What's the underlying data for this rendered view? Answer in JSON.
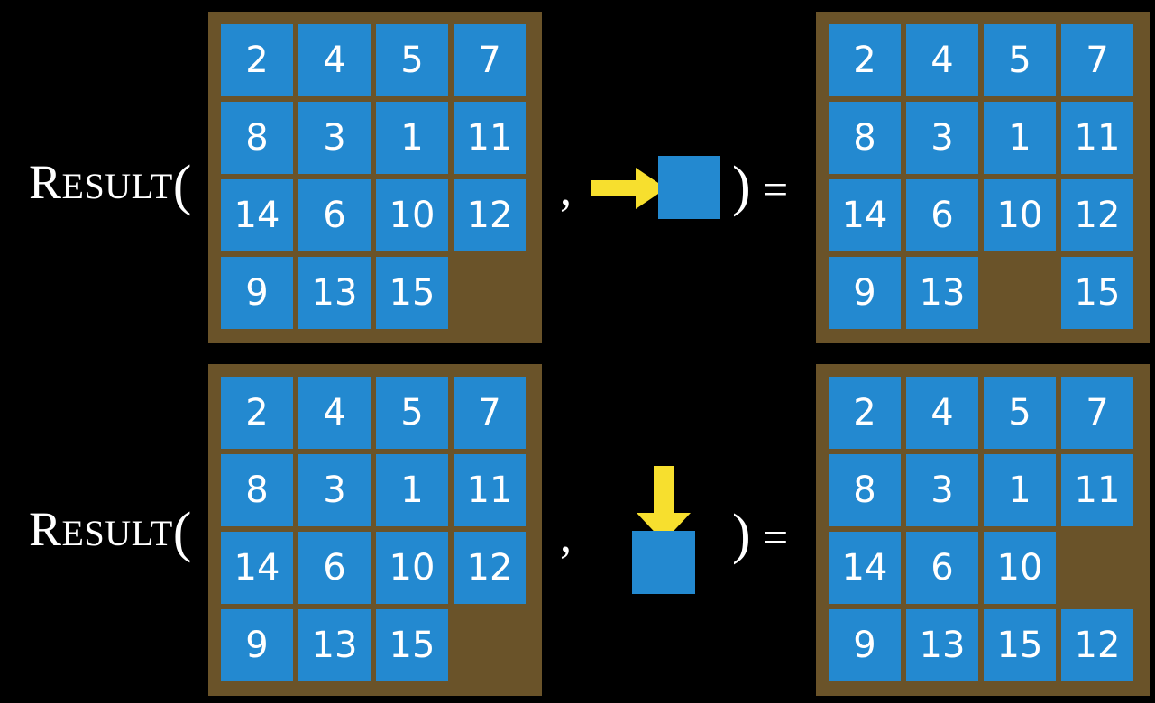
{
  "meta": {
    "background_color": "#000000",
    "tile_color": "#2389D0",
    "board_color": "#6A5329",
    "arrow_color": "#F7DF2E",
    "text_color": "#FFFFFF"
  },
  "rows": [
    {
      "label": {
        "initial": "R",
        "rest": "ESULT",
        "open_paren": "("
      },
      "separator_comma": ",",
      "close_paren": ")",
      "equals": "=",
      "operator": {
        "direction": "right",
        "arrow_icon": "arrow-right-icon",
        "tile_label": ""
      },
      "input_board": {
        "tiles": [
          "2",
          "4",
          "5",
          "7",
          "8",
          "3",
          "1",
          "11",
          "14",
          "6",
          "10",
          "12",
          "9",
          "13",
          "15",
          ""
        ]
      },
      "output_board": {
        "tiles": [
          "2",
          "4",
          "5",
          "7",
          "8",
          "3",
          "1",
          "11",
          "14",
          "6",
          "10",
          "12",
          "9",
          "13",
          "",
          "15"
        ]
      }
    },
    {
      "label": {
        "initial": "R",
        "rest": "ESULT",
        "open_paren": "("
      },
      "separator_comma": ",",
      "close_paren": ")",
      "equals": "=",
      "operator": {
        "direction": "down",
        "arrow_icon": "arrow-down-icon",
        "tile_label": ""
      },
      "input_board": {
        "tiles": [
          "2",
          "4",
          "5",
          "7",
          "8",
          "3",
          "1",
          "11",
          "14",
          "6",
          "10",
          "12",
          "9",
          "13",
          "15",
          ""
        ]
      },
      "output_board": {
        "tiles": [
          "2",
          "4",
          "5",
          "7",
          "8",
          "3",
          "1",
          "11",
          "14",
          "6",
          "10",
          "",
          "9",
          "13",
          "15",
          "12"
        ]
      }
    }
  ]
}
